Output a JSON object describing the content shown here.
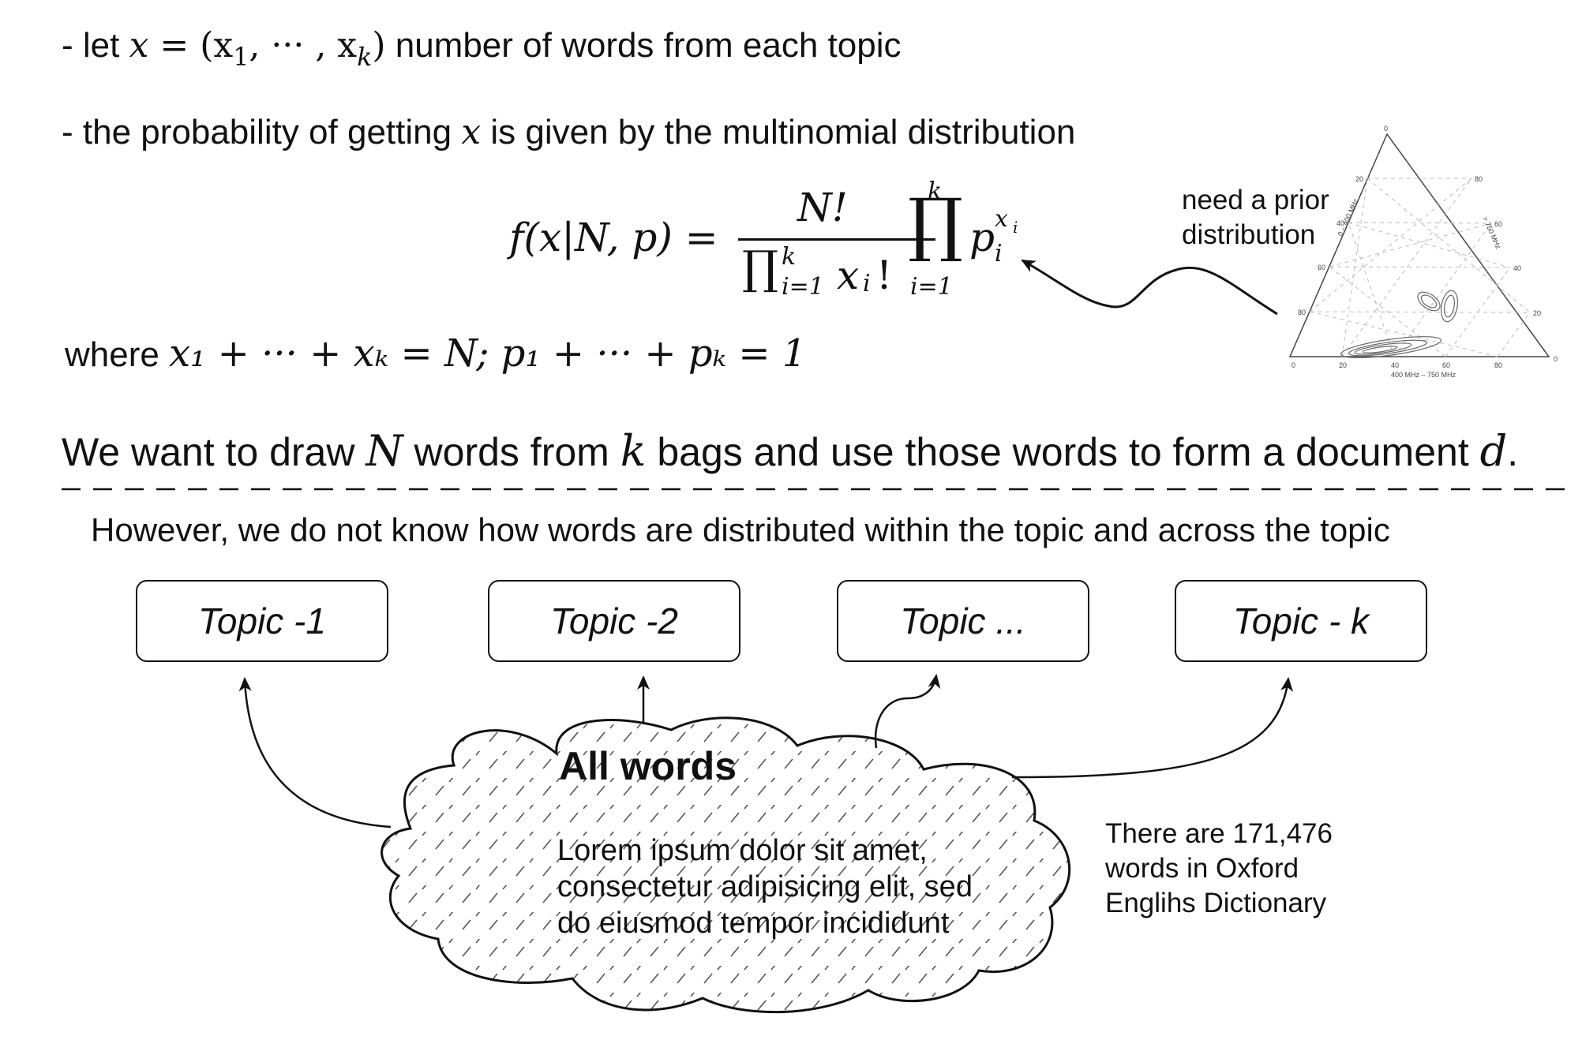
{
  "line1": {
    "prefix": "- let",
    "var": "x",
    "equals": " = (x",
    "sub1": "1",
    "dots": ", ··· , x",
    "subk": "k",
    "close": ")",
    "suffix": "number of words from each topic"
  },
  "line2": {
    "prefix": "- the probability of getting",
    "var": "x",
    "suffix": "is given by the multinomial distribution"
  },
  "formula": {
    "lhs": "f(x|N, p) =",
    "numerator": "N!",
    "den_prod": "∏",
    "den_sup": "k",
    "den_sub": "i=1",
    "den_tail": "x",
    "den_tail_sub": "i",
    "den_tail_end": "!",
    "prod_top": "k",
    "prod_sym": "∏",
    "prod_bottom": "i=1",
    "p": "p",
    "p_sub": "i",
    "p_sup": "x",
    "p_sup_sub": "i"
  },
  "where": {
    "prefix": "where",
    "expr": "x₁ + ··· + xₖ = N; p₁ + ··· + pₖ = 1"
  },
  "prior_note": {
    "line1": "need a prior",
    "line2": "distribution"
  },
  "ternary": {
    "bottom_label": "400 MHz – 750 MHz",
    "left_label": "0 – 400 MHz",
    "right_label": "> 750 MHz",
    "ticks_bottom": [
      "0",
      "20",
      "40",
      "60",
      "80"
    ],
    "ticks_left": [
      "20",
      "40",
      "60",
      "80"
    ],
    "ticks_right": [
      "80",
      "60",
      "40",
      "20"
    ],
    "corner_top": "0",
    "corner_right": "0"
  },
  "statement": {
    "t1": "We want to draw",
    "N": "N",
    "t2": "words from",
    "k": "k",
    "t3": "bags and use those words to form a document",
    "d": "d",
    "t4": "."
  },
  "however": "However, we do not know how words are distributed within the topic and across the topic",
  "topics": [
    "Topic -1",
    "Topic -2",
    "Topic ...",
    "Topic - k"
  ],
  "cloud": {
    "title": "All words",
    "body_lines": [
      "Lorem ipsum dolor sit amet,",
      "consectetur adipisicing elit, sed",
      "do eiusmod tempor incididunt"
    ]
  },
  "oxford_note": {
    "lines": [
      "There are 171,476",
      "words in Oxford",
      "Englihs Dictionary"
    ]
  }
}
